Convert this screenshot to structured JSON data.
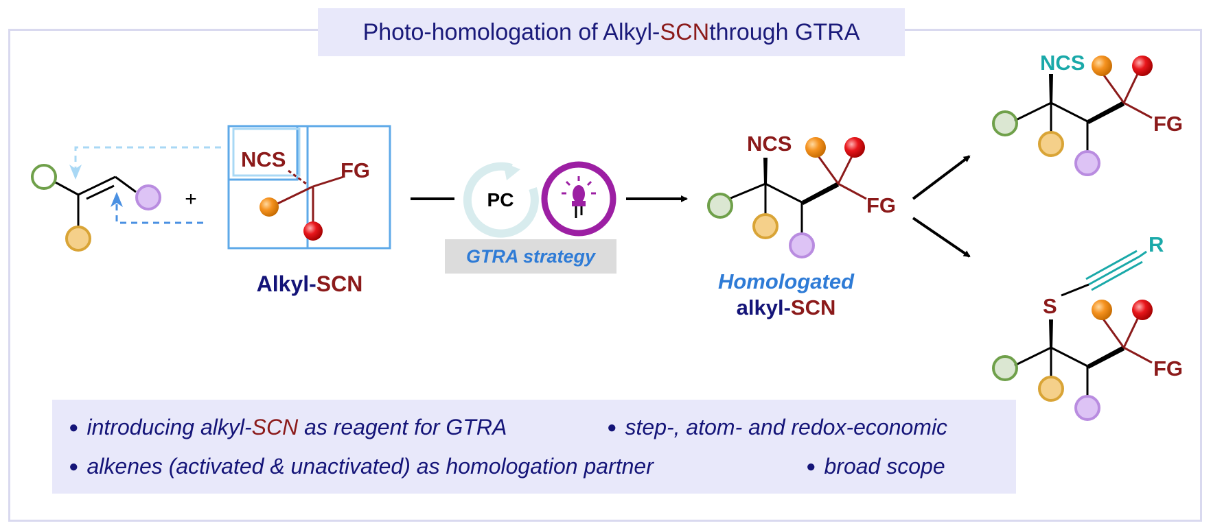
{
  "title": {
    "prefix": "Photo-homologation of Alkyl-",
    "highlight": "SCN",
    "suffix": " through GTRA"
  },
  "reagent": {
    "ncs": "NCS",
    "fg": "FG",
    "label_prefix": "Alkyl-",
    "label_highlight": "SCN"
  },
  "plus": "+",
  "conditions": {
    "pc": "PC",
    "strategy": "GTRA strategy"
  },
  "product": {
    "ncs": "NCS",
    "fg": "FG",
    "label_line1": "Homologated",
    "label_line2_prefix": "alkyl-",
    "label_line2_highlight": "SCN"
  },
  "product_top": {
    "ncs": "NCS",
    "fg": "FG"
  },
  "product_bottom": {
    "s": "S",
    "r": "R",
    "fg": "FG"
  },
  "features": {
    "f1_prefix": "introducing alkyl-",
    "f1_highlight": "SCN",
    "f1_suffix": " as reagent for GTRA",
    "f2": "step-, atom- and redox-economic",
    "f3": "alkenes (activated & unactivated) as homologation partner",
    "f4": "broad scope",
    "bullet": "●"
  },
  "colors": {
    "green": "#6fa04a",
    "yellow": "#f5d08a",
    "purple": "#ddc3f5",
    "orange": "#f08a18",
    "red": "#e0161b",
    "teal": "#1aa9a9",
    "maroon": "#8b1a1a",
    "navy": "#141478",
    "blue": "#5ea9e8"
  }
}
